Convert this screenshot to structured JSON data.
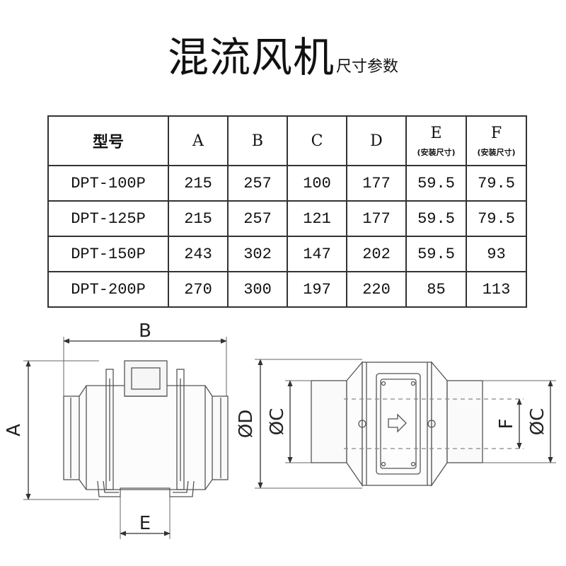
{
  "title": {
    "main": "混流风机",
    "sub": "尺寸参数"
  },
  "table": {
    "headers": [
      {
        "label": "型号",
        "sub": ""
      },
      {
        "label": "A",
        "sub": ""
      },
      {
        "label": "B",
        "sub": ""
      },
      {
        "label": "C",
        "sub": ""
      },
      {
        "label": "D",
        "sub": ""
      },
      {
        "label": "E",
        "sub": "(安装尺寸)"
      },
      {
        "label": "F",
        "sub": "(安装尺寸)"
      }
    ],
    "rows": [
      [
        "DPT-100P",
        "215",
        "257",
        "100",
        "177",
        "59.5",
        "79.5"
      ],
      [
        "DPT-125P",
        "215",
        "257",
        "121",
        "177",
        "59.5",
        "79.5"
      ],
      [
        "DPT-150P",
        "243",
        "302",
        "147",
        "202",
        "59.5",
        "93"
      ],
      [
        "DPT-200P",
        "270",
        "300",
        "197",
        "220",
        "85",
        "113"
      ]
    ]
  },
  "drawing_labels": {
    "front_b": "B",
    "front_a": "A",
    "front_e": "E",
    "side_d": "ØD",
    "side_c_left": "ØC",
    "side_f": "F",
    "side_c_right": "ØC"
  }
}
